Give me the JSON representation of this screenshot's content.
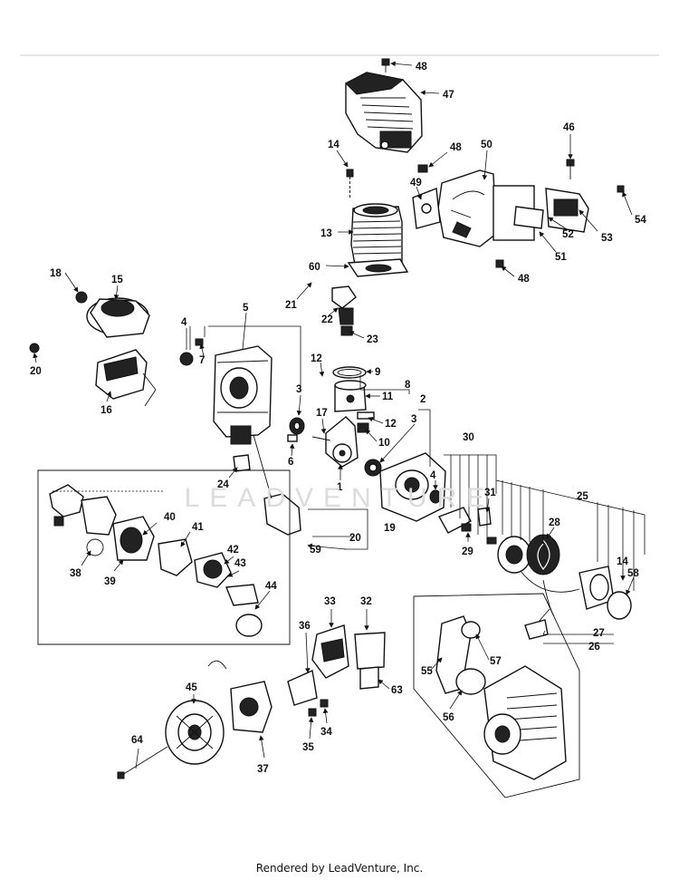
{
  "watermark": "LEADVENTURE",
  "footer": "Rendered by LeadVenture, Inc.",
  "labels": [
    "48",
    "47",
    "14",
    "48",
    "50",
    "46",
    "49",
    "13",
    "53",
    "54",
    "52",
    "51",
    "60",
    "48",
    "18",
    "15",
    "21",
    "22",
    "23",
    "5",
    "4",
    "7",
    "20",
    "16",
    "12",
    "9",
    "8",
    "3",
    "11",
    "12",
    "17",
    "2",
    "3",
    "10",
    "6",
    "24",
    "1",
    "30",
    "31",
    "4",
    "25",
    "40",
    "41",
    "28",
    "19",
    "20",
    "59",
    "38",
    "39",
    "42",
    "43",
    "29",
    "14",
    "58",
    "44",
    "33",
    "32",
    "36",
    "27",
    "26",
    "55",
    "57",
    "45",
    "63",
    "56",
    "34",
    "64",
    "35",
    "37"
  ]
}
